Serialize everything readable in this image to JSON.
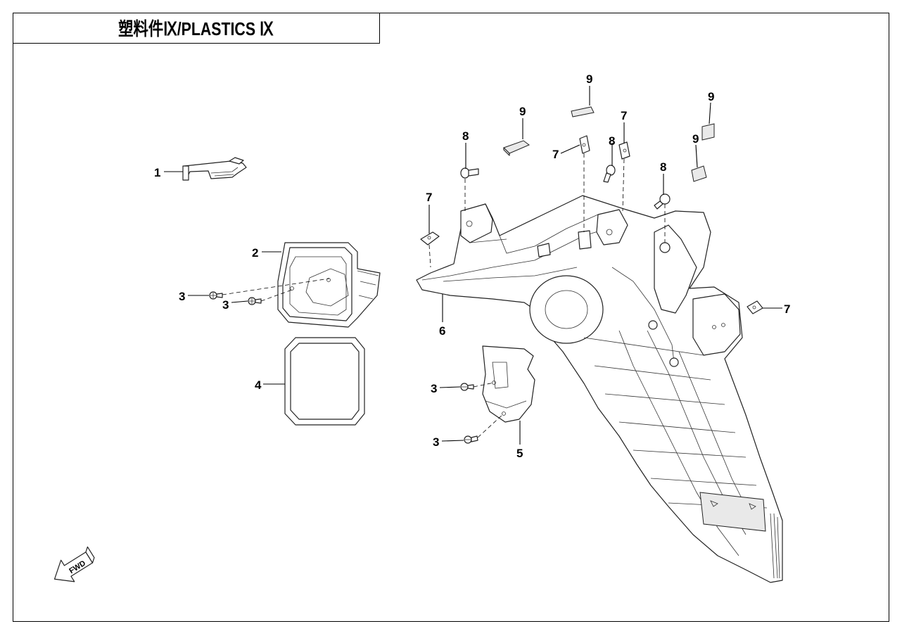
{
  "title": "塑料件Ⅸ/PLASTICS Ⅸ",
  "fwd_label": "FWD",
  "callouts": [
    "1",
    "2",
    "3",
    "3",
    "4",
    "3",
    "3",
    "5",
    "6",
    "7",
    "7",
    "7",
    "7",
    "8",
    "8",
    "8",
    "9",
    "9",
    "9",
    "9"
  ],
  "parts": [
    {
      "number": "1"
    },
    {
      "number": "2"
    },
    {
      "number": "3"
    },
    {
      "number": "4"
    },
    {
      "number": "5"
    },
    {
      "number": "6"
    },
    {
      "number": "7"
    },
    {
      "number": "8"
    },
    {
      "number": "9"
    }
  ]
}
